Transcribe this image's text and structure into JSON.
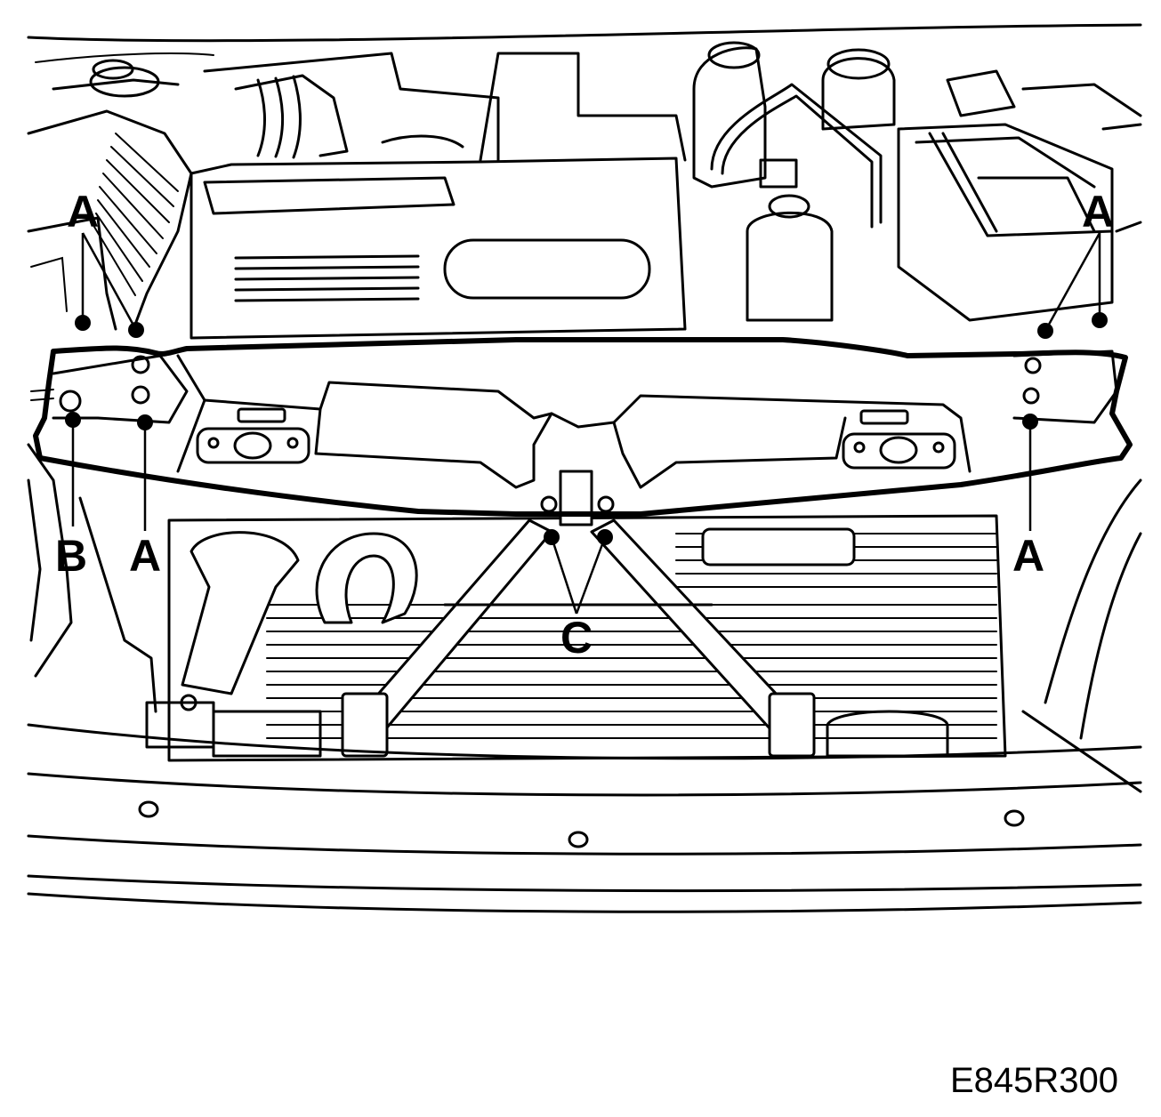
{
  "figure": {
    "reference_code": "E845R300",
    "callouts": {
      "A": "A",
      "B": "B",
      "C": "C"
    }
  },
  "colors": {
    "line": "#000000",
    "background": "#ffffff"
  }
}
